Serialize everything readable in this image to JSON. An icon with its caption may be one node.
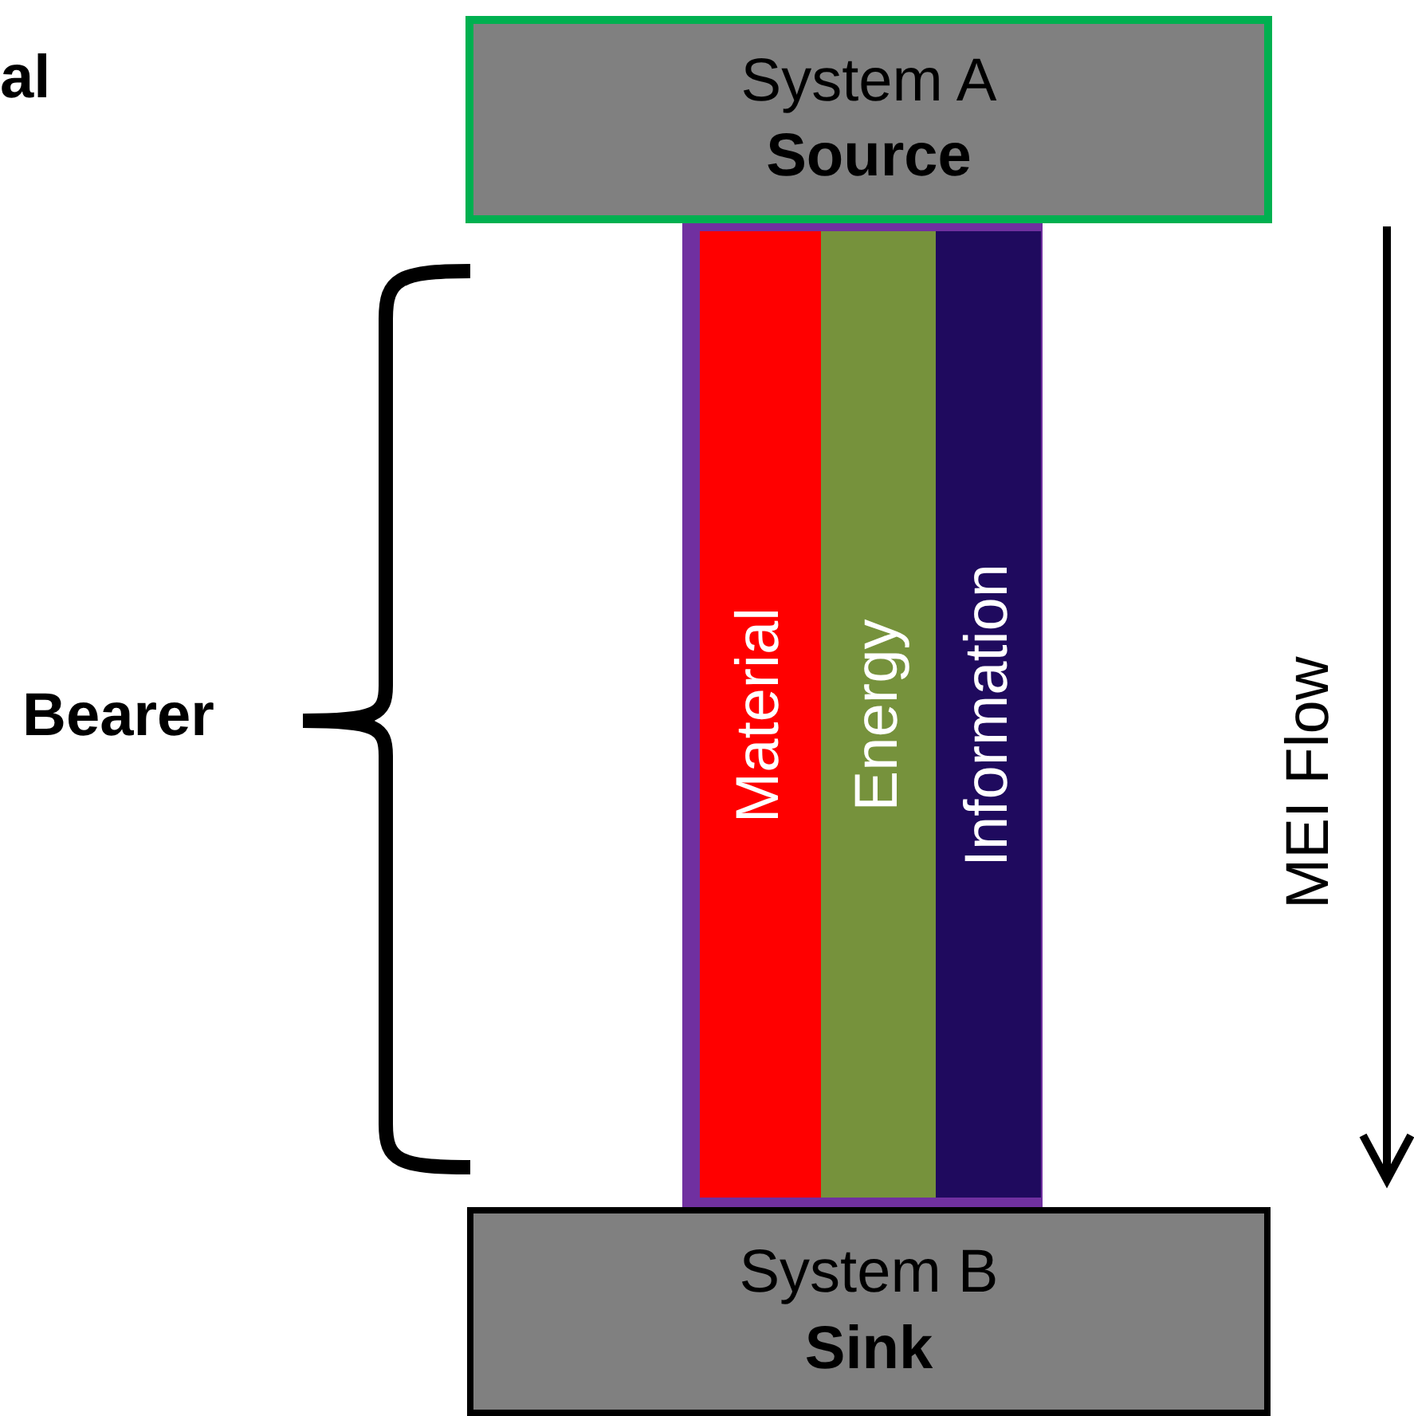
{
  "diagram": {
    "nodes": [
      {
        "text": [
          "System A",
          "Source"
        ]
      },
      {
        "text": [],
        "shape": "box"
      },
      {
        "text": [
          "Material"
        ],
        "in": 1
      },
      {
        "text": [
          "Energy"
        ],
        "in": 1
      },
      {
        "text": [
          "Information"
        ],
        "in": 1
      },
      {
        "text": [
          "System B",
          "Sink"
        ]
      }
    ],
    "edges": [],
    "labels": [
      "al",
      "Bearer",
      "MEI Flow"
    ]
  }
}
